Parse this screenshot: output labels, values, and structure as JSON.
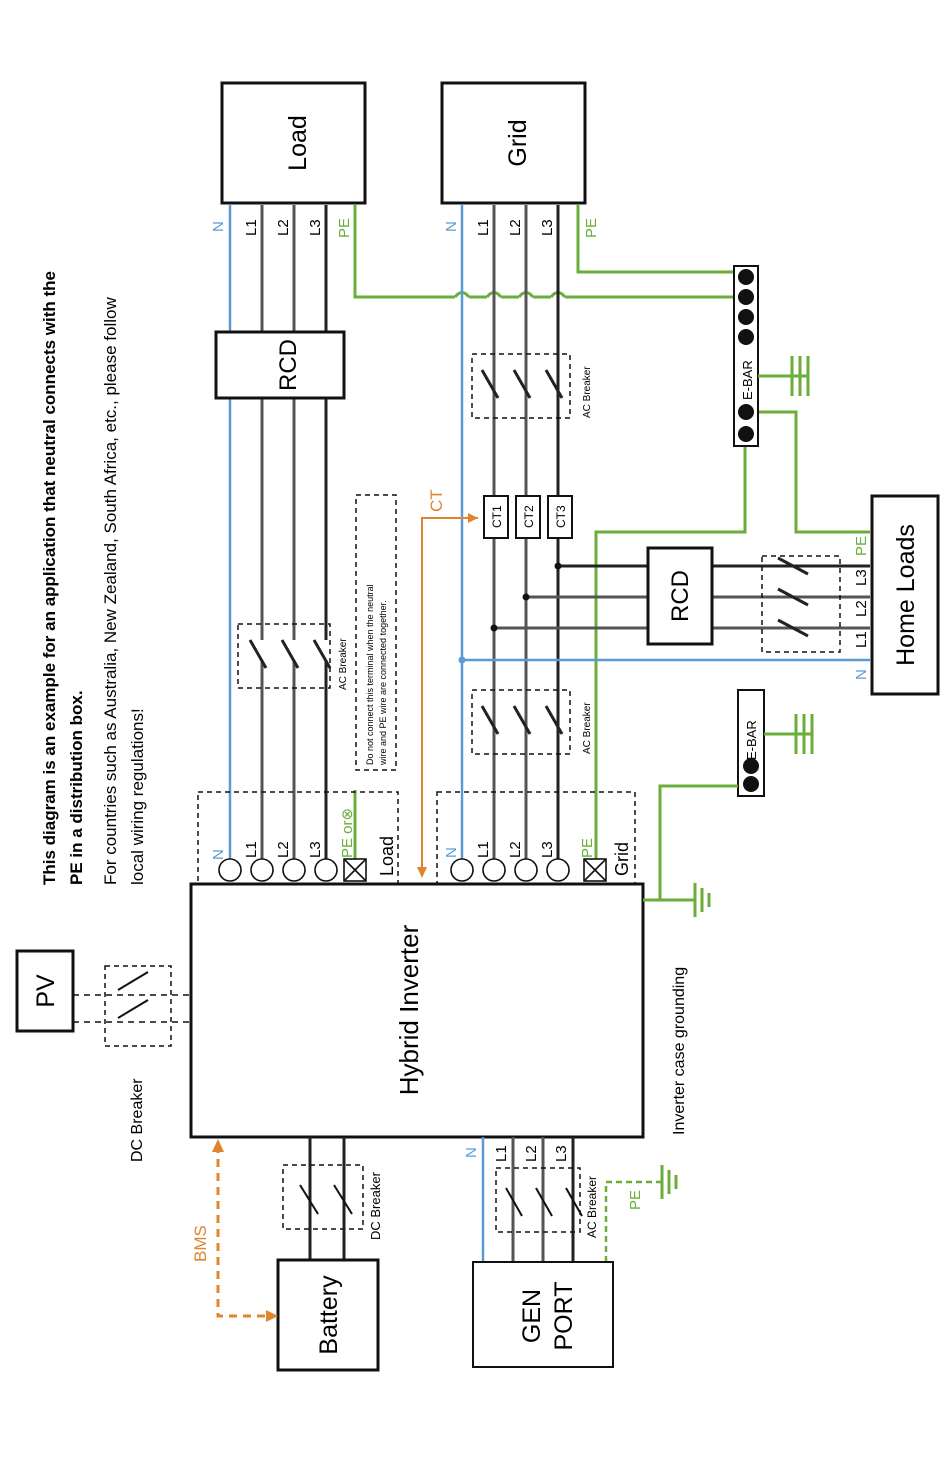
{
  "note": {
    "line1": "This diagram is an example for an application that neutral connects with the",
    "line2": "PE in a distribution box.",
    "line3": "For countries such as Australia, New Zealand, South Africa, etc., please follow",
    "line4": "local wiring regulations!"
  },
  "boxes": {
    "load": "Load",
    "grid": "Grid",
    "rcd_load": "RCD",
    "rcd_home": "RCD",
    "home_loads": "Home Loads",
    "pv": "PV",
    "inverter": "Hybrid Inverter",
    "battery": "Battery",
    "gen_line1": "GEN",
    "gen_line2": "PORT"
  },
  "wires": {
    "n": "N",
    "l1": "L1",
    "l2": "L2",
    "l3": "L3",
    "pe": "PE",
    "pe_or": "PE or⊗"
  },
  "terminals": {
    "load": "Load",
    "grid": "Grid"
  },
  "labels": {
    "ac_breaker": "AC Breaker",
    "dc_breaker": "DC Breaker",
    "e_bar": "E-BAR",
    "ct": "CT",
    "ct1": "CT1",
    "ct2": "CT2",
    "ct3": "CT3",
    "bms": "BMS",
    "inverter_case_grounding": "Inverter case grounding",
    "warning_line1": "Do not connect this terminal when the neutral",
    "warning_line2": "wire and PE wire are connected together."
  },
  "colors": {
    "neutral": "#5b9bd5",
    "earth": "#6aad3a",
    "ct_bms": "#e0852e",
    "phase": "#222222"
  }
}
